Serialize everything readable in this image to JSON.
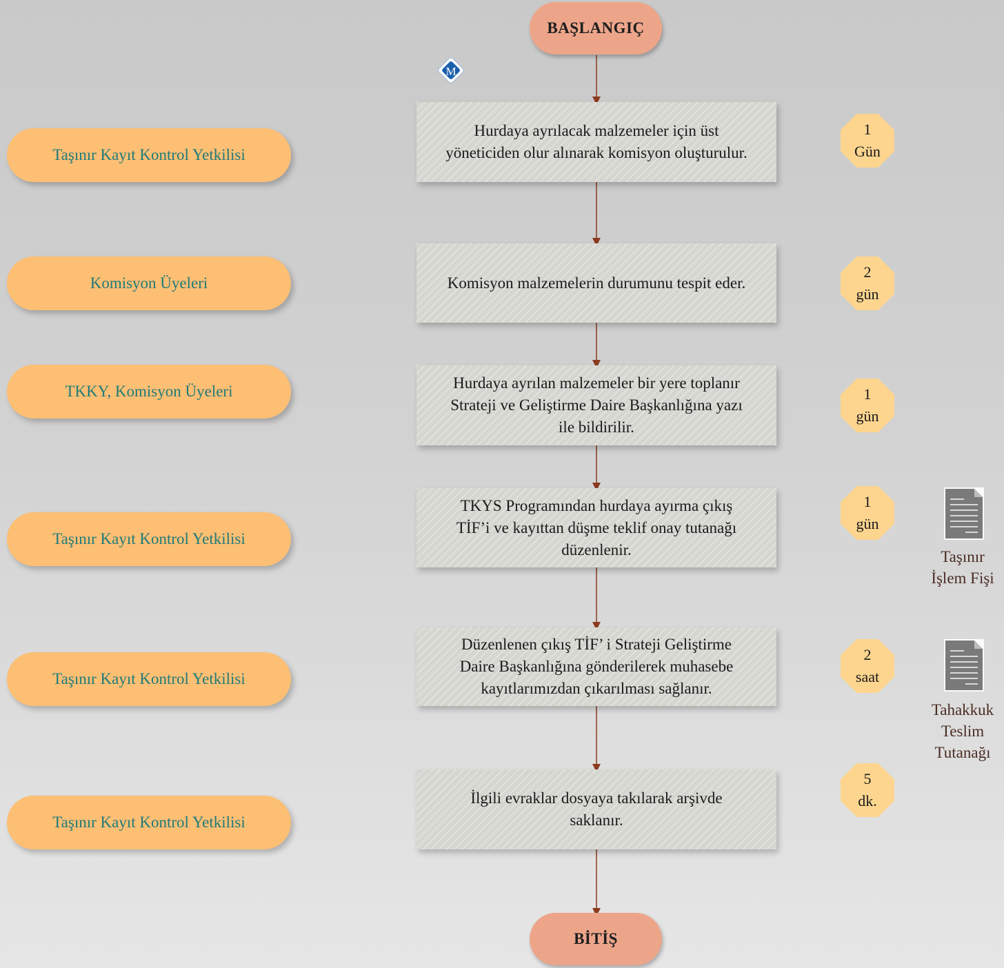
{
  "start_label": "BAŞLANGIÇ",
  "end_label": "BİTİŞ",
  "marker": "M",
  "roles": [
    "Taşınır Kayıt Kontrol Yetkilisi",
    "Komisyon Üyeleri",
    "TKKY, Komisyon Üyeleri",
    "Taşınır Kayıt Kontrol Yetkilisi",
    "Taşınır Kayıt Kontrol Yetkilisi",
    "Taşınır Kayıt Kontrol Yetkilisi"
  ],
  "steps": [
    "Hurdaya ayrılacak malzemeler için üst\nyöneticiden olur alınarak komisyon oluşturulur.",
    "Komisyon malzemelerin durumunu tespit eder.",
    "Hurdaya ayrılan malzemeler bir yere toplanır\nStrateji ve Geliştirme Daire Başkanlığına  yazı\nile bildirilir.",
    "TKYS Programından hurdaya ayırma çıkış\nTİF’i ve kayıttan düşme teklif onay tutanağı\ndüzenlenir.",
    "Düzenlenen çıkış TİF’ i Strateji Geliştirme\nDaire Başkanlığına gönderilerek muhasebe\nkayıtlarımızdan çıkarılması sağlanır.",
    "İlgili evraklar dosyaya takılarak arşivde\nsaklanır."
  ],
  "durations": [
    "1\nGün",
    "2\ngün",
    "1\ngün",
    "1\ngün",
    "2\nsaat",
    "5\ndk."
  ],
  "documents": [
    "Taşınır\nİşlem Fişi",
    "Tahakkuk\nTeslim\nTutanağı"
  ],
  "colors": {
    "terminal": "#eda58a",
    "role": "#fdbf74",
    "role_text": "#1f7a78",
    "process": "#d5d6d0",
    "duration": "#fdd58f",
    "arrow": "#8b3a1e",
    "marker": "#1b5fae"
  }
}
